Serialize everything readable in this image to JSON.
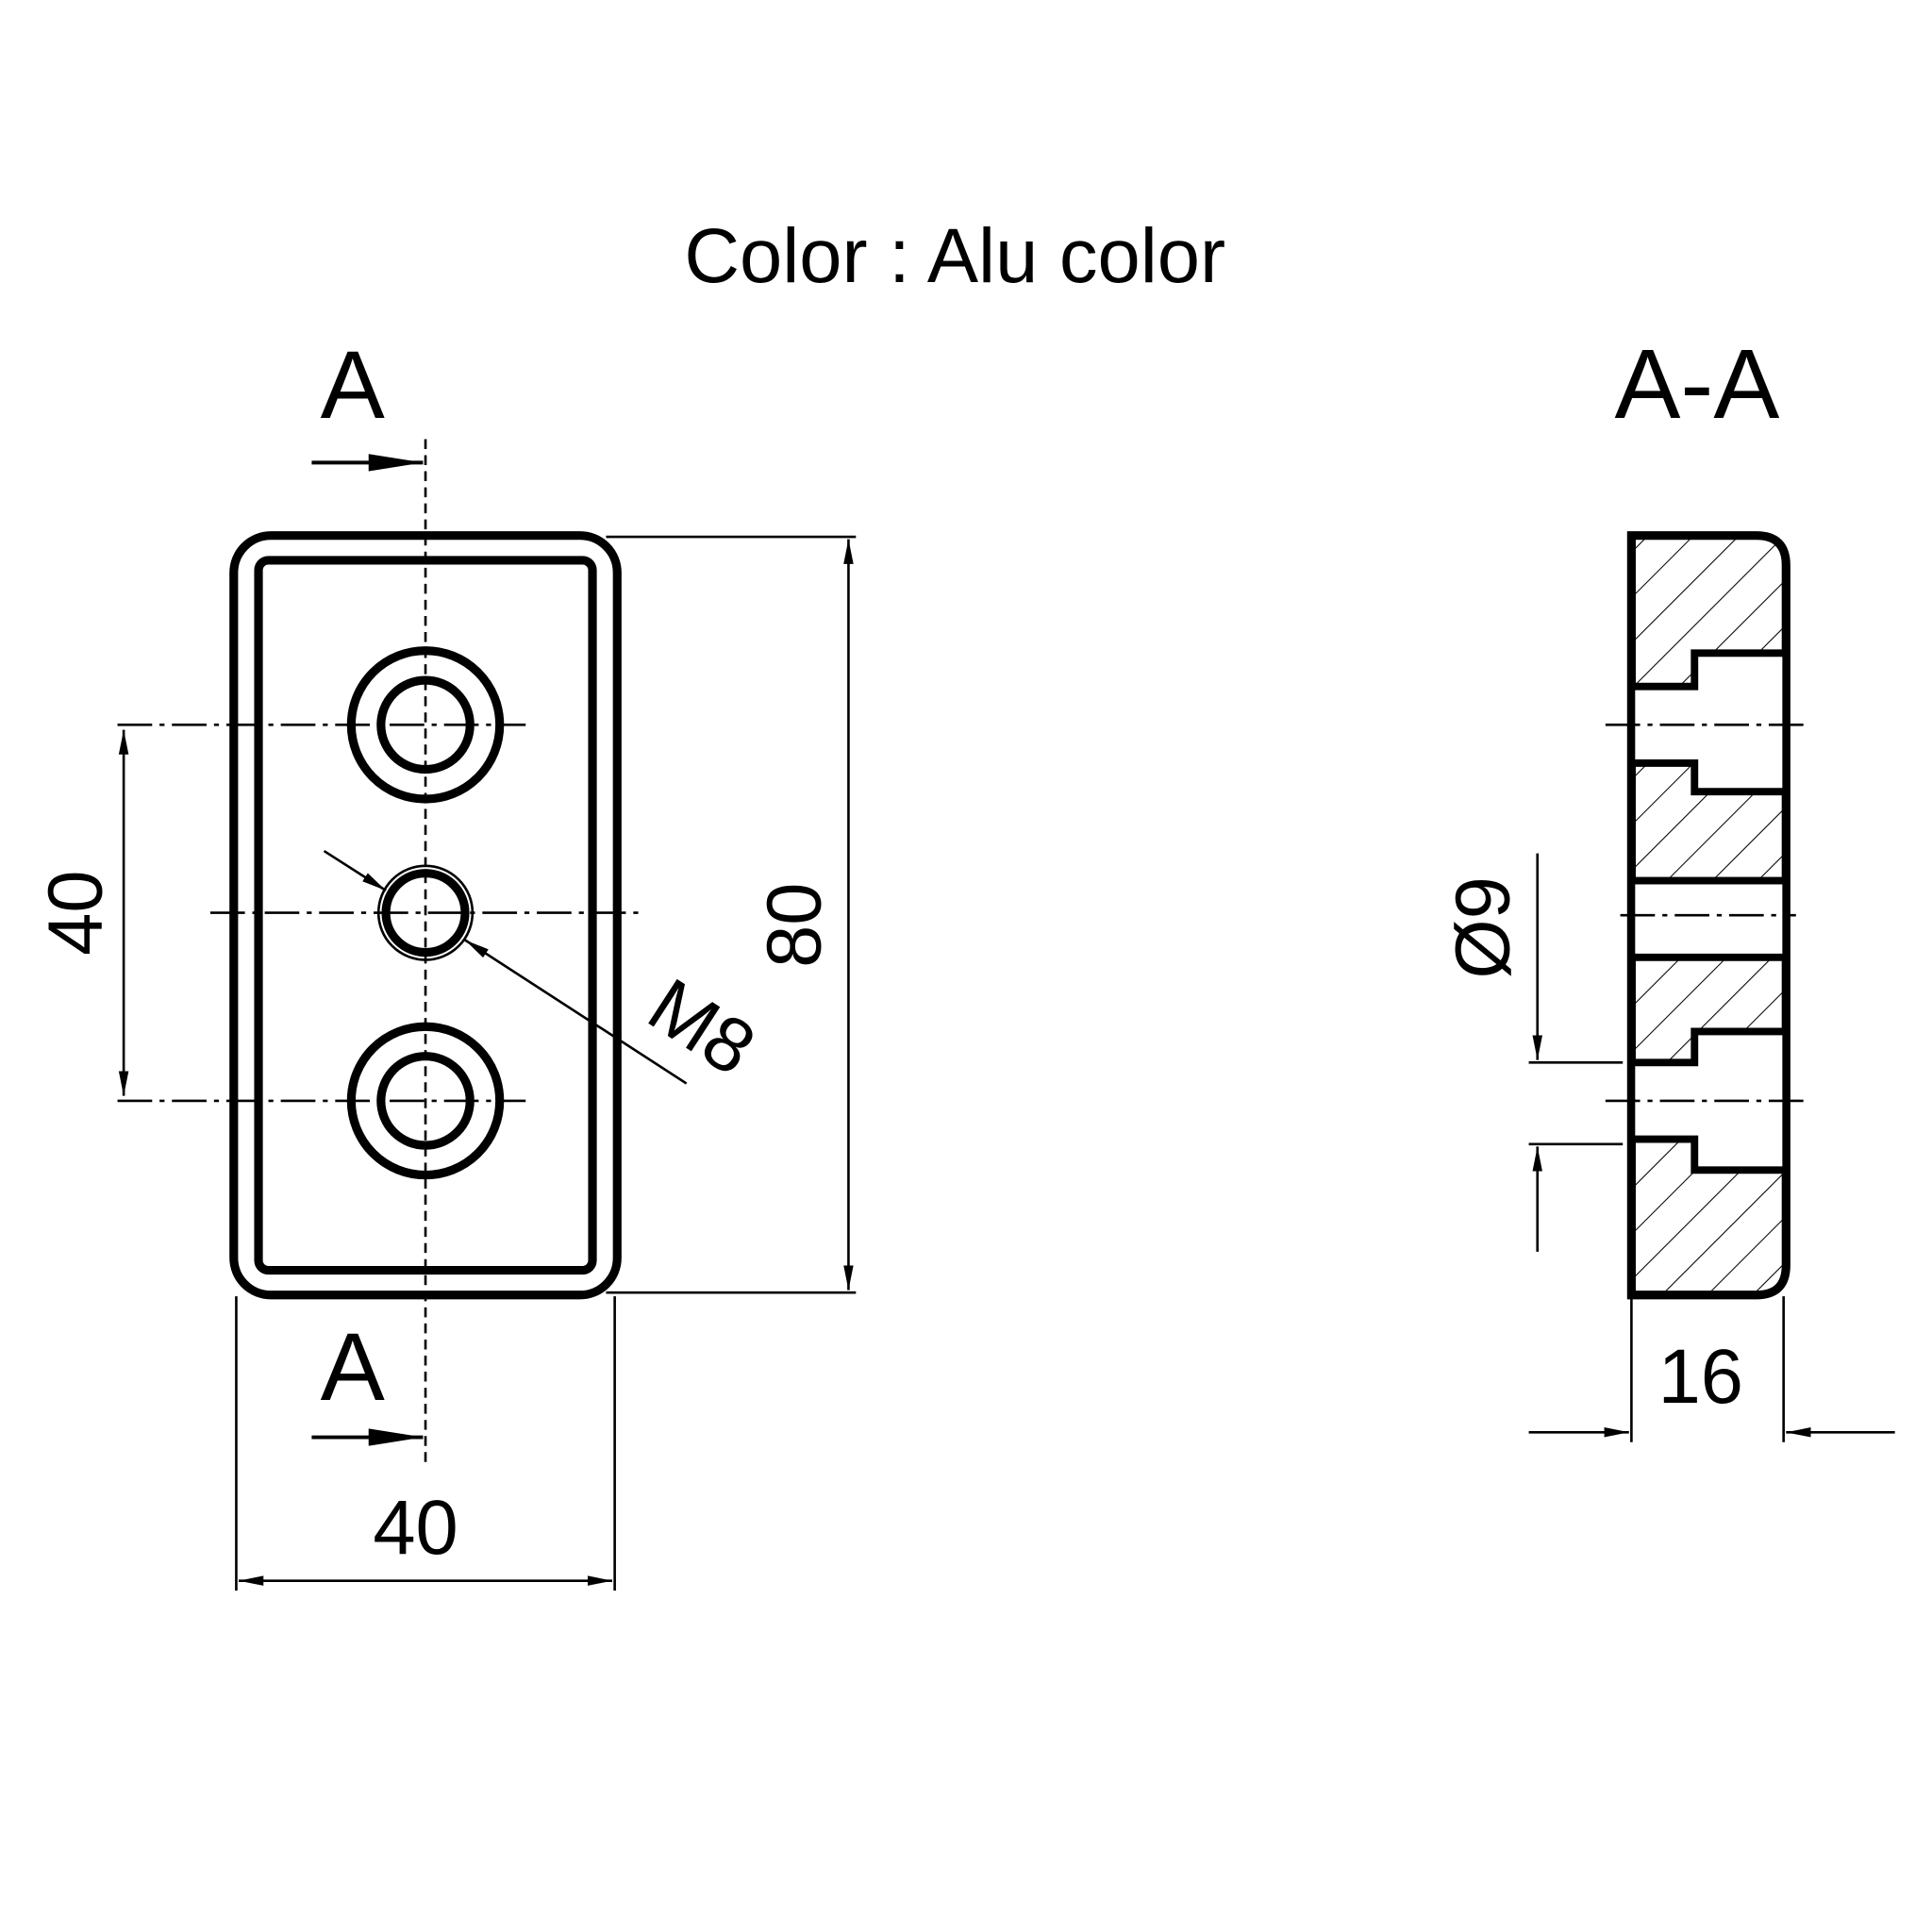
{
  "title": "Color : Alu color",
  "front_view": {
    "section_mark_top": "A",
    "section_mark_bottom": "A",
    "dim_hole_spacing": "40",
    "dim_height": "80",
    "dim_width": "40",
    "thread_label": "M8"
  },
  "section_view": {
    "label": "A-A",
    "dim_bore": "Ø9",
    "dim_thickness": "16"
  }
}
